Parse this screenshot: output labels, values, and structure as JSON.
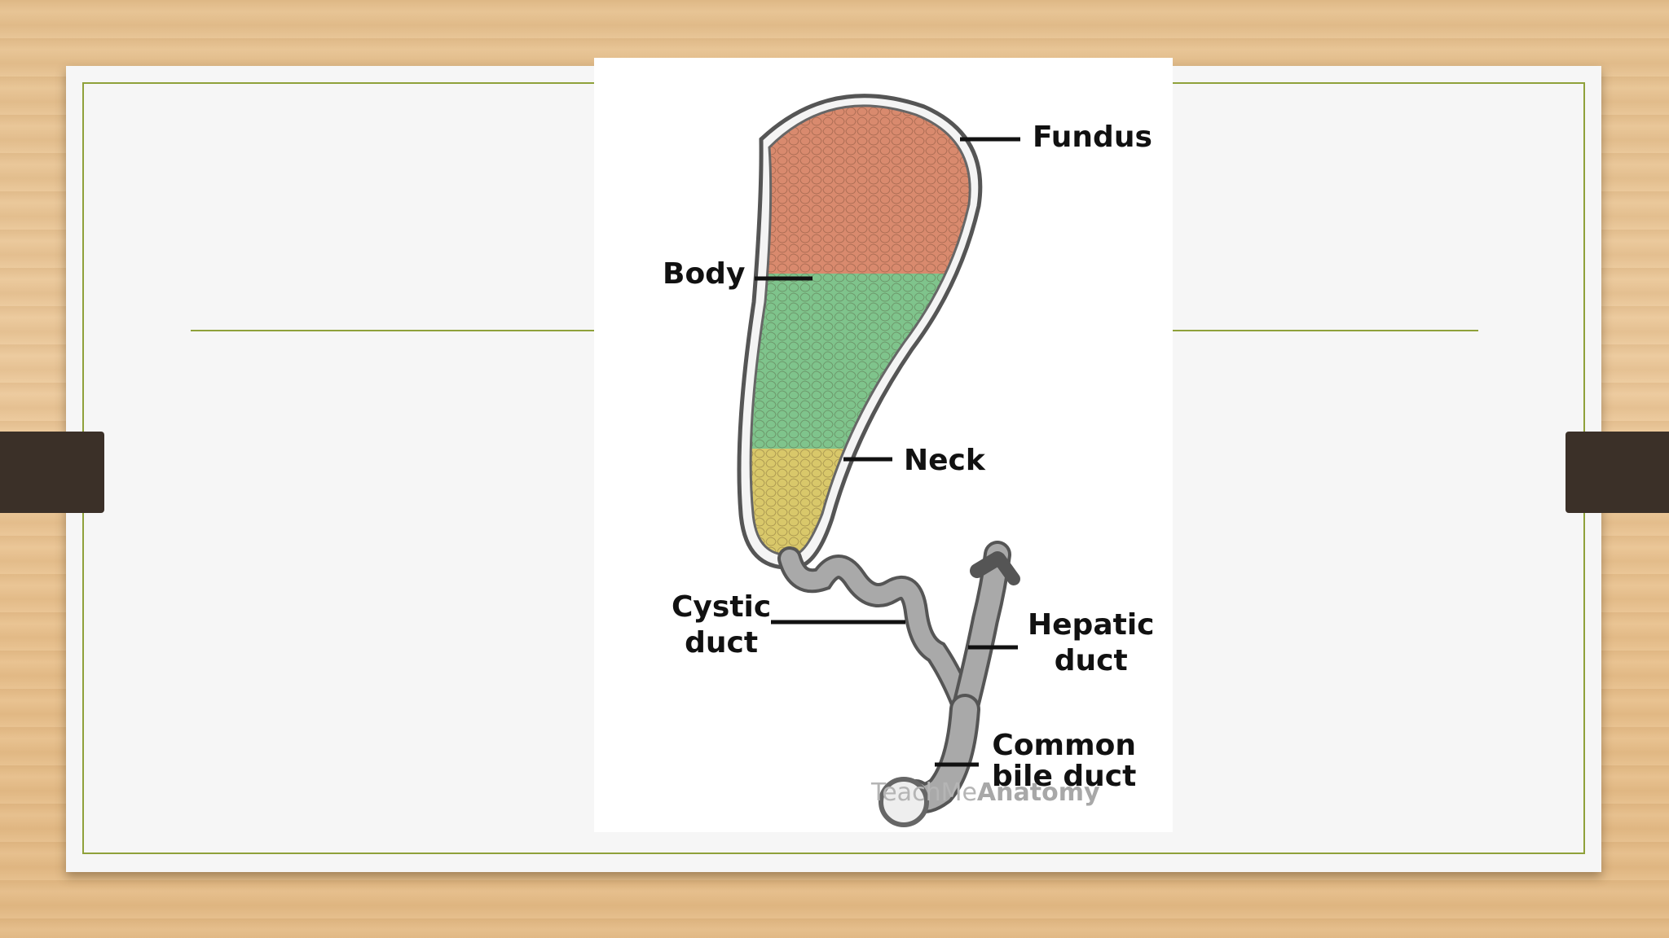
{
  "figure": {
    "labels": {
      "fundus": "Fundus",
      "body": "Body",
      "neck": "Neck",
      "cystic_duct": "Cystic\nduct",
      "hepatic_duct": "Hepatic\nduct",
      "common_bile_duct": "Common\nbile duct"
    },
    "watermark": {
      "prefix": "TeachMe",
      "bold": "Anatomy"
    },
    "region_colors": {
      "fundus": "#d98a6e",
      "body": "#7fc48c",
      "neck": "#d9c86a",
      "duct": "#9a9a9a"
    }
  },
  "theme": {
    "accent": "#8fa13a",
    "tab": "#3b3028"
  }
}
